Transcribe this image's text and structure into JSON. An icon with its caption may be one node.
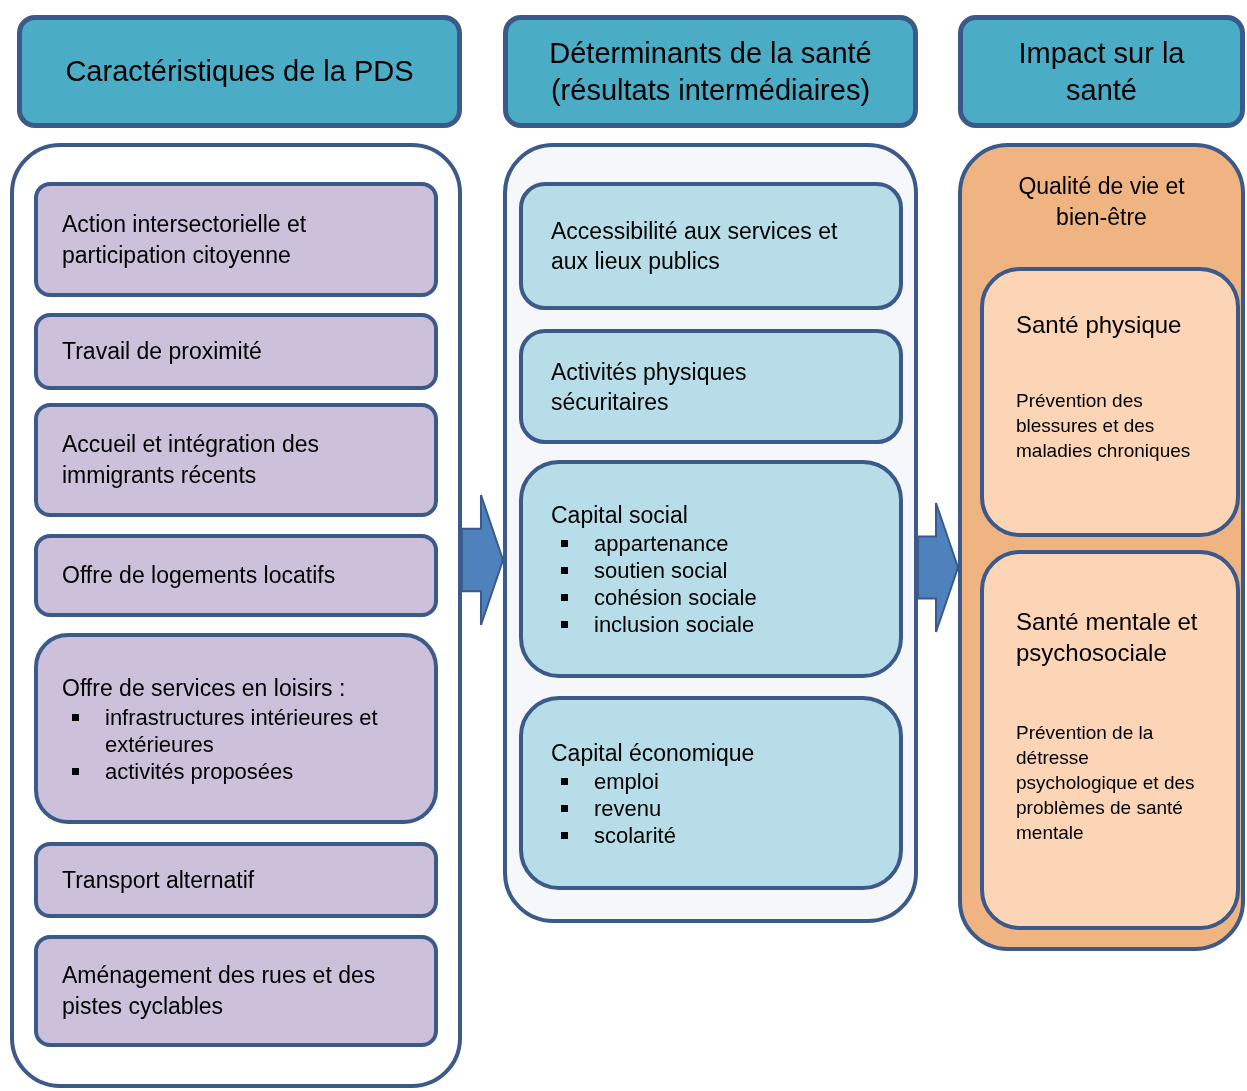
{
  "diagram": {
    "nodes": [
      {
        "text": [
          "Caractéristiques de la PDS"
        ]
      },
      {
        "text": [
          "Déterminants de la santé (résultats intermédiaires)"
        ]
      },
      {
        "text": [
          "Impact sur la santé"
        ]
      },
      {
        "text": [],
        "shape": "box"
      },
      {
        "text": [
          "Action intersectorielle et participation citoyenne"
        ],
        "in": 3
      },
      {
        "text": [
          "Travail de proximité"
        ],
        "in": 3
      },
      {
        "text": [
          "Accueil et intégration des immigrants récents"
        ],
        "in": 3
      },
      {
        "text": [
          "Offre de logements locatifs"
        ],
        "in": 3
      },
      {
        "text": [
          "Offre de services en loisirs :",
          "infrastructures intérieures et extérieures",
          "activités proposées"
        ],
        "in": 3
      },
      {
        "text": [
          "Transport alternatif"
        ],
        "in": 3
      },
      {
        "text": [
          "Aménagement des rues et des pistes cyclables"
        ],
        "in": 3
      },
      {
        "text": [],
        "shape": "box"
      },
      {
        "text": [
          "Accessibilité aux services et aux lieux publics"
        ],
        "in": 11
      },
      {
        "text": [
          "Activités physiques sécuritaires"
        ],
        "in": 11
      },
      {
        "text": [
          "Capital social",
          "appartenance",
          "soutien social",
          "cohésion sociale",
          "inclusion sociale"
        ],
        "in": 11
      },
      {
        "text": [
          "Capital économique",
          "emploi",
          "revenu",
          "scolarité"
        ],
        "in": 11
      },
      {
        "text": [
          "Qualité de vie et bien-être"
        ]
      },
      {
        "text": [
          "Santé physique",
          "Prévention des blessures et des maladies chroniques"
        ],
        "in": 16
      },
      {
        "text": [
          "Santé mentale et psychosociale",
          "Prévention de la détresse psychologique et des problèmes de santé mentale"
        ],
        "in": 16
      }
    ],
    "edges": [
      {
        "from": 3,
        "to": 11,
        "arrow": "to"
      },
      {
        "from": 11,
        "to": 16,
        "arrow": "to"
      }
    ]
  }
}
